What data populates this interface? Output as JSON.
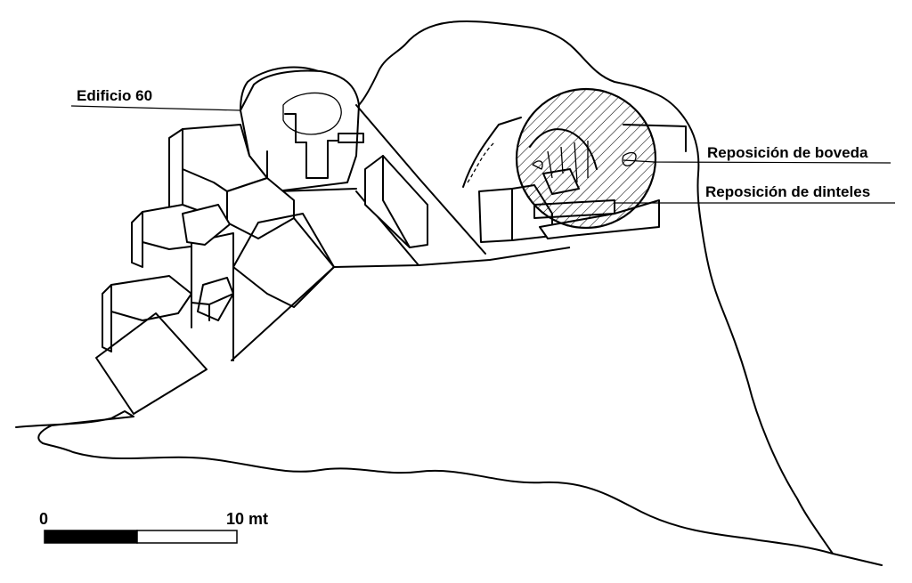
{
  "labels": {
    "building": "Edificio 60",
    "vault": "Reposición de boveda",
    "lintels": "Reposición de dinteles"
  },
  "scale_bar": {
    "start_label": "0",
    "end_label": "10 mt"
  }
}
